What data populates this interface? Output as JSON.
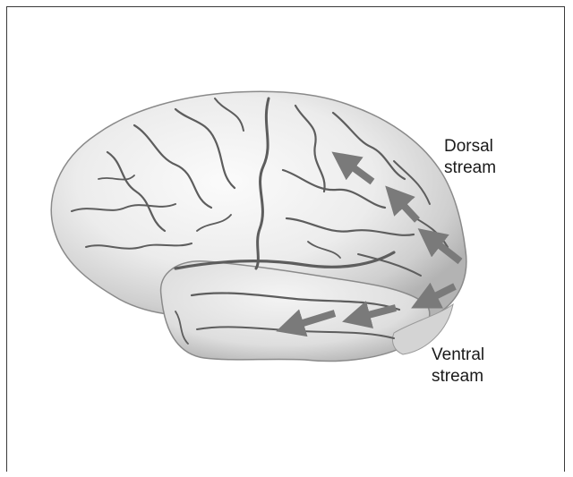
{
  "figure": {
    "dorsal_label_line1": "Dorsal",
    "dorsal_label_line2": "stream",
    "ventral_label_line1": "Ventral",
    "ventral_label_line2": "stream",
    "arrow_color": "#7a7a7a",
    "brain_color": "#e2e2e2",
    "outline_color": "#3a3a3a"
  }
}
